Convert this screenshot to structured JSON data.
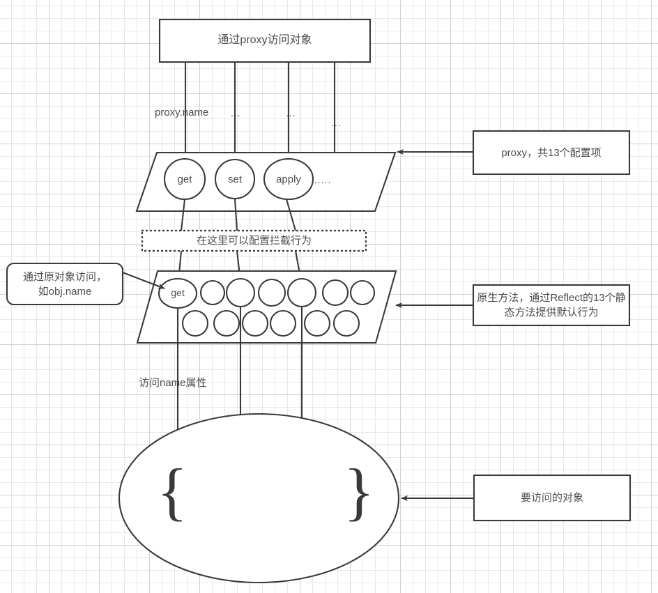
{
  "diagram": {
    "title_box": {
      "label": "通过proxy访问对象"
    },
    "edge_labels": {
      "proxy_name": "proxy.name",
      "ellipsis_1": "...",
      "ellipsis_2": "...",
      "ellipsis_3": "...",
      "access_name_prop": "访问name属性"
    },
    "proxy_layer": {
      "traps": [
        "get",
        "set",
        "apply"
      ],
      "more": "......",
      "annotation": "proxy，共13个配置项"
    },
    "interceptor_note": {
      "label": "在这里可以配置拦截行为"
    },
    "reflect_layer": {
      "first_method": "get",
      "top_row_blank_count": 6,
      "bottom_row_blank_count": 6,
      "annotation": "原生方法，通过Reflect的13个静态方法提供默认行为",
      "left_annotation": "通过原对象访问，\n如obj.name",
      "left_annotation_line1": "通过原对象访问，",
      "left_annotation_line2": "如obj.name"
    },
    "target_object": {
      "open_brace": "{",
      "close_brace": "}",
      "annotation": "要访问的对象"
    },
    "colors": {
      "stroke": "#3a3a3a",
      "text": "#4d4d4d",
      "background": "#ffffff",
      "grid_minor": "#e1e1e1",
      "grid_major": "#bebebe"
    }
  }
}
